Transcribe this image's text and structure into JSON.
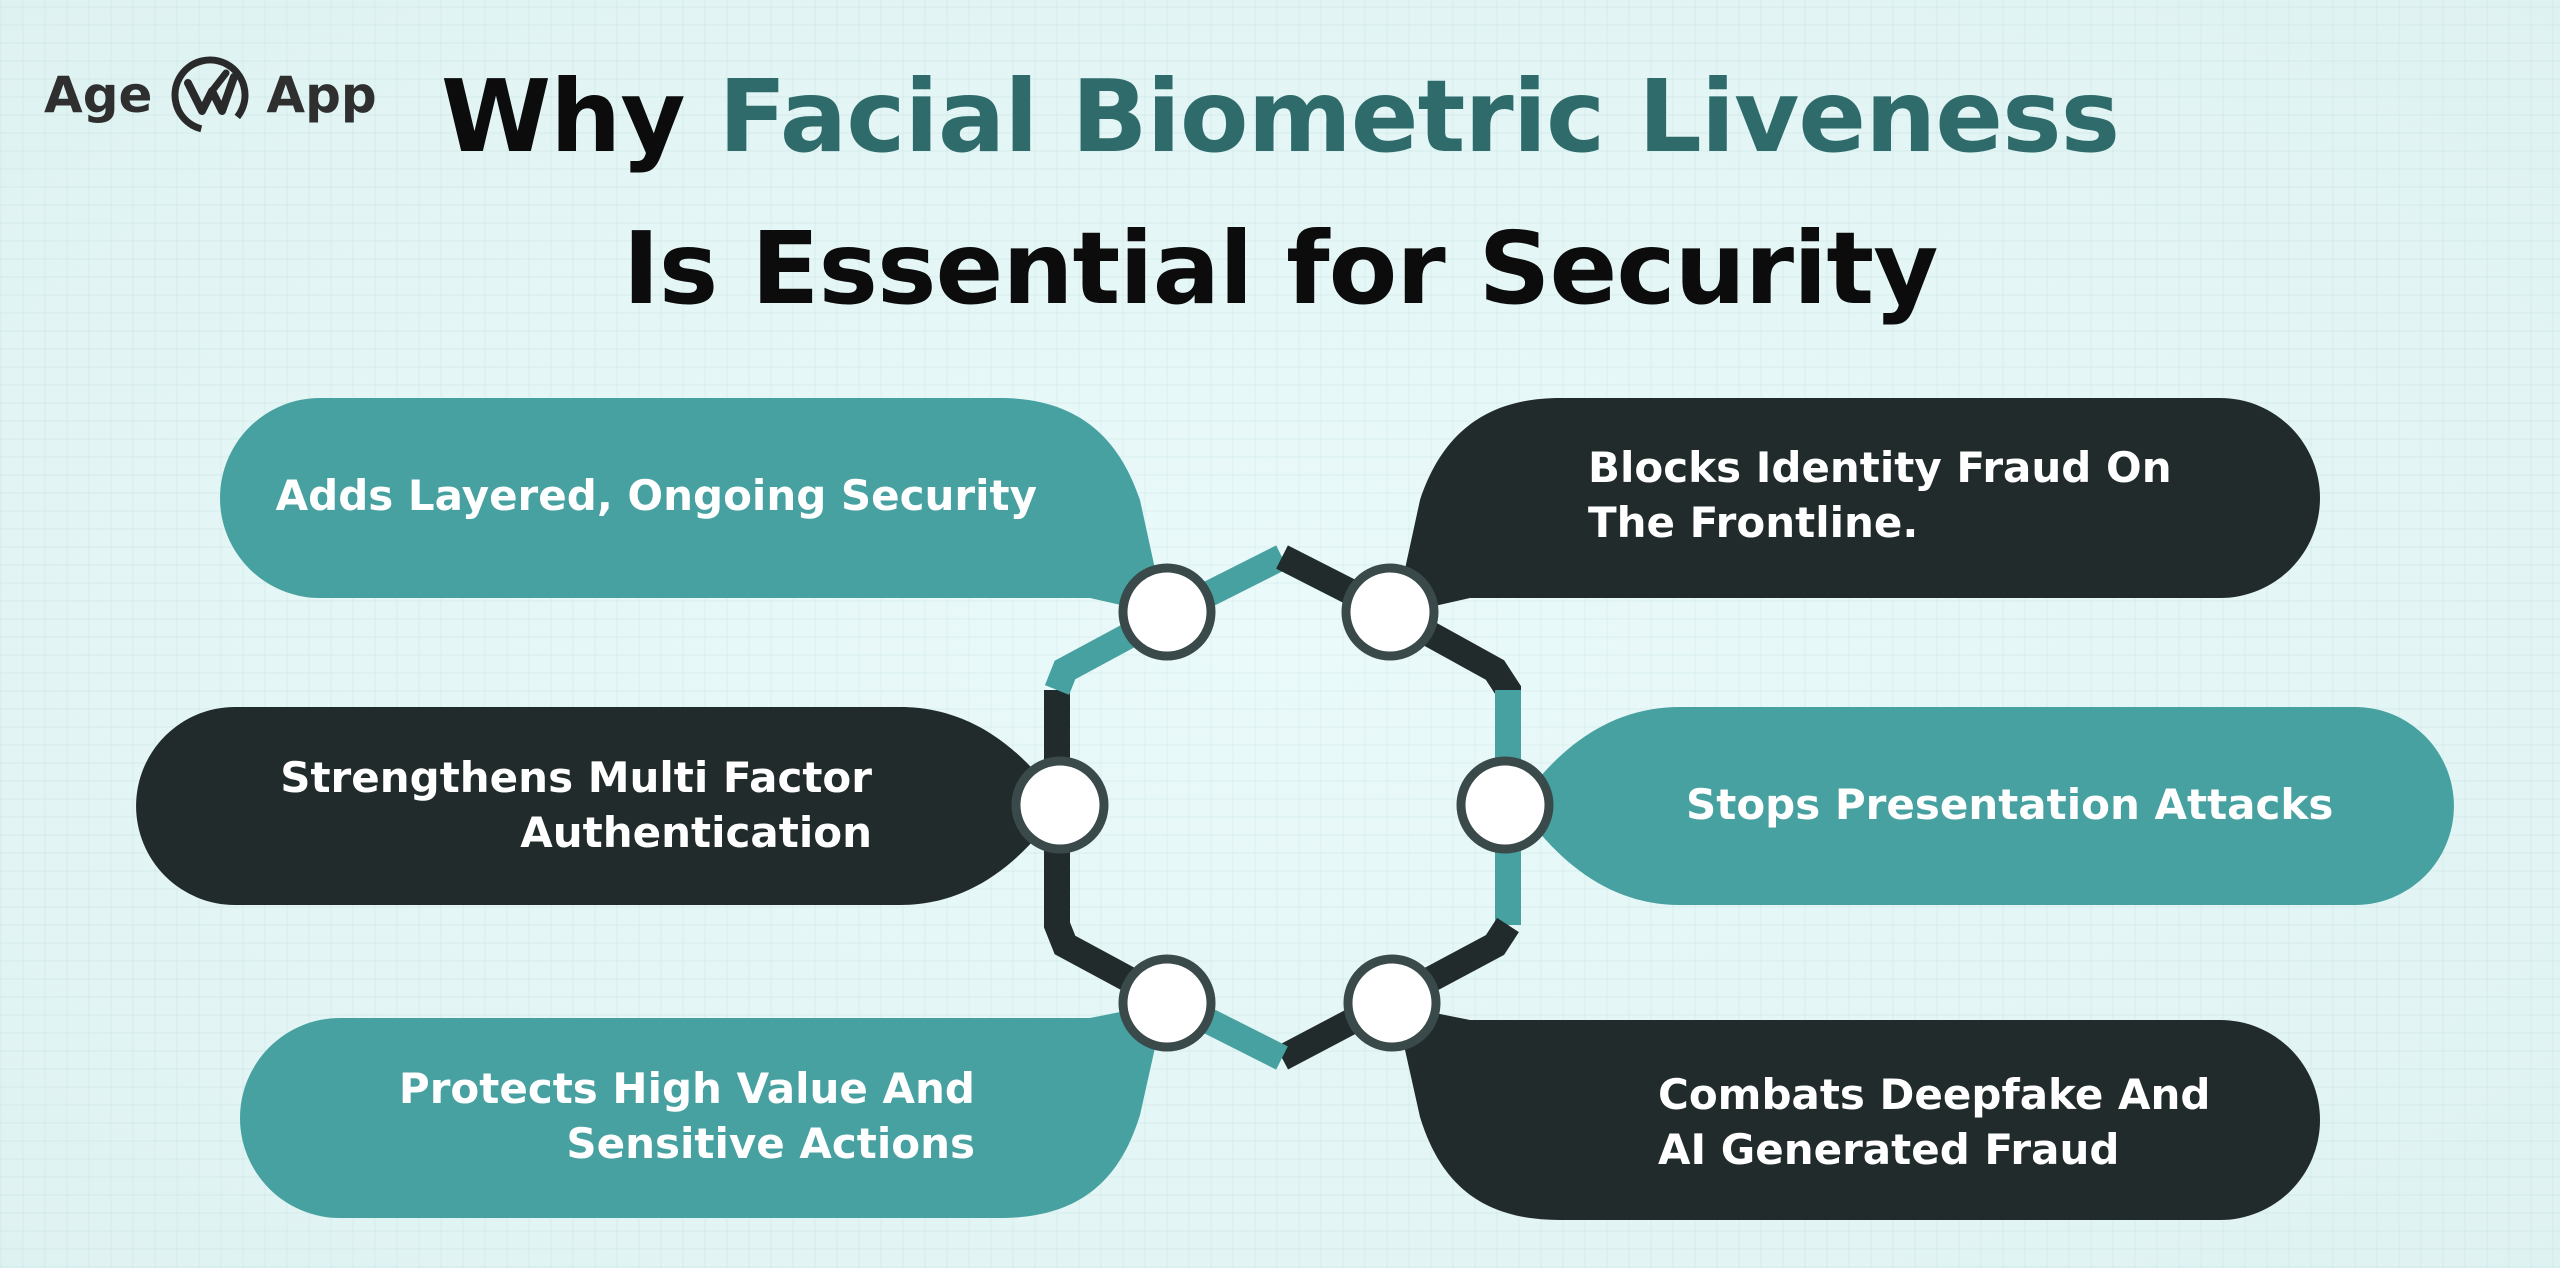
{
  "brand": {
    "name_left": "Age",
    "name_right": "App",
    "logo_icon": "check-circle-logo-icon"
  },
  "title": {
    "line1_plain": "Why ",
    "line1_accent": "Facial Biometric Liveness",
    "line2": "Is Essential for Security"
  },
  "colors": {
    "teal": "#48a1a1",
    "dark": "#222b2b",
    "title_accent": "#2f6b6b",
    "background": "#e6f7f7"
  },
  "benefits": [
    {
      "lines": [
        "Adds Layered, Ongoing Security"
      ],
      "color": "teal"
    },
    {
      "lines": [
        "Blocks Identity Fraud On",
        "The Frontline."
      ],
      "color": "dark"
    },
    {
      "lines": [
        "Strengthens Multi Factor",
        "Authentication"
      ],
      "color": "dark"
    },
    {
      "lines": [
        "Stops Presentation Attacks"
      ],
      "color": "teal"
    },
    {
      "lines": [
        "Protects High Value And",
        "Sensitive Actions"
      ],
      "color": "teal"
    },
    {
      "lines": [
        "Combats Deepfake And",
        "AI Generated Fraud"
      ],
      "color": "dark"
    }
  ]
}
